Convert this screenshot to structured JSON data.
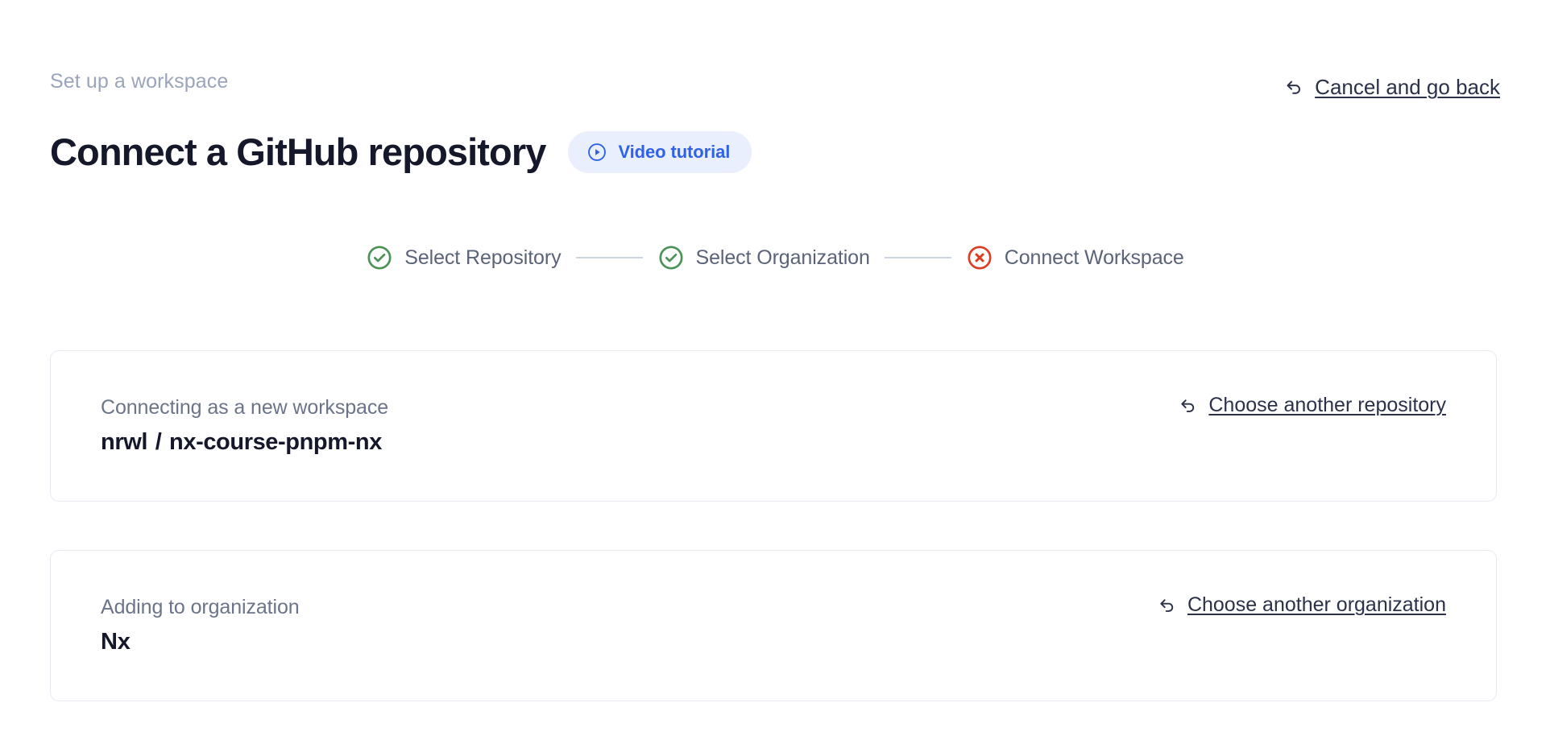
{
  "header": {
    "eyebrow": "Set up a workspace",
    "title": "Connect a GitHub repository",
    "video_badge_label": "Video tutorial",
    "video_badge_icon": "play-circle-icon",
    "cancel_label": "Cancel and go back",
    "cancel_icon": "back-arrow-icon",
    "badge_bg": "#e9effd",
    "badge_fg": "#2f62e8"
  },
  "stepper": {
    "steps": [
      {
        "label": "Select Repository",
        "state": "complete",
        "icon": "check-circle-icon",
        "color": "#4a9256"
      },
      {
        "label": "Select Organization",
        "state": "complete",
        "icon": "check-circle-icon",
        "color": "#4a9256"
      },
      {
        "label": "Connect Workspace",
        "state": "error",
        "icon": "x-circle-icon",
        "color": "#de3c22"
      }
    ],
    "connector_color": "#ccd3e2"
  },
  "cards": [
    {
      "name": "repository-card",
      "caption": "Connecting as a new workspace",
      "owner": "nrwl",
      "separator": "/",
      "repo": "nx-course-pnpm-nx",
      "action_label": "Choose another repository",
      "action_icon": "back-arrow-icon"
    },
    {
      "name": "organization-card",
      "caption": "Adding to organization",
      "value": "Nx",
      "action_label": "Choose another organization",
      "action_icon": "back-arrow-icon"
    }
  ],
  "theme": {
    "background": "#ffffff",
    "text_primary": "#15172b",
    "text_muted": "#6b7488",
    "eyebrow": "#9aa4bb",
    "card_border": "#e7e8f0"
  }
}
